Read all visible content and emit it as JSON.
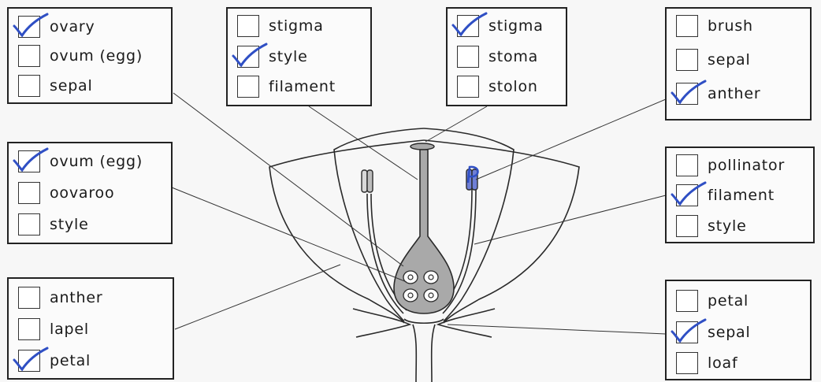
{
  "worksheet": {
    "boxes": [
      {
        "id": "ovary-box",
        "options": [
          {
            "label": "ovary",
            "checked": true
          },
          {
            "label": "ovum (egg)",
            "checked": false
          },
          {
            "label": "sepal",
            "checked": false
          }
        ]
      },
      {
        "id": "style-box",
        "options": [
          {
            "label": "stigma",
            "checked": false
          },
          {
            "label": "style",
            "checked": true
          },
          {
            "label": "filament",
            "checked": false
          }
        ]
      },
      {
        "id": "stigma-box",
        "options": [
          {
            "label": "stigma",
            "checked": true
          },
          {
            "label": "stoma",
            "checked": false
          },
          {
            "label": "stolon",
            "checked": false
          }
        ]
      },
      {
        "id": "anther-box",
        "options": [
          {
            "label": "brush",
            "checked": false
          },
          {
            "label": "sepal",
            "checked": false
          },
          {
            "label": "anther",
            "checked": true
          }
        ]
      },
      {
        "id": "ovum-box",
        "options": [
          {
            "label": "ovum (egg)",
            "checked": true
          },
          {
            "label": "oovaroo",
            "checked": false
          },
          {
            "label": "style",
            "checked": false
          }
        ]
      },
      {
        "id": "filament-box",
        "options": [
          {
            "label": "pollinator",
            "checked": false
          },
          {
            "label": "filament",
            "checked": true
          },
          {
            "label": "style",
            "checked": false
          }
        ]
      },
      {
        "id": "petal-box",
        "options": [
          {
            "label": "anther",
            "checked": false
          },
          {
            "label": "lapel",
            "checked": false
          },
          {
            "label": "petal",
            "checked": true
          }
        ]
      },
      {
        "id": "sepal-box",
        "options": [
          {
            "label": "petal",
            "checked": false
          },
          {
            "label": "sepal",
            "checked": true
          },
          {
            "label": "loaf",
            "checked": false
          }
        ]
      }
    ],
    "colors": {
      "ink": "#222222",
      "tick": "#2f4fc4",
      "ovary_fill": "#a9a9a9",
      "paper": "#f7f7f7"
    },
    "icons": {
      "check": "blue-tick-mark",
      "empty": "empty-checkbox"
    }
  }
}
